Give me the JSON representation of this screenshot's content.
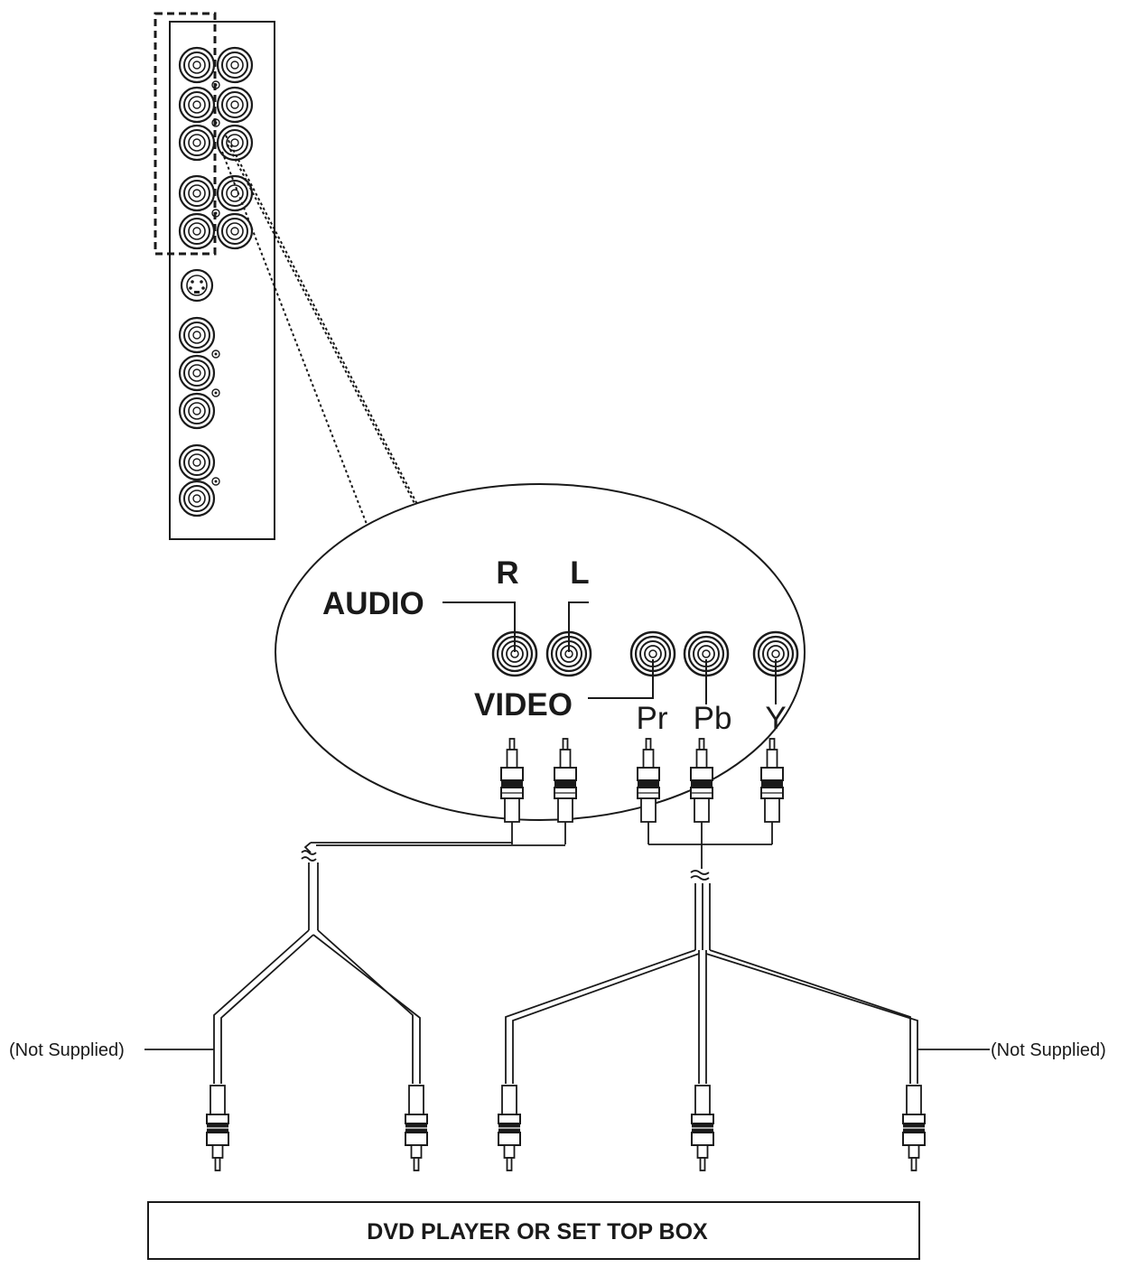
{
  "labels": {
    "audio": "AUDIO",
    "right": "R",
    "left": "L",
    "video": "VIDEO",
    "pr": "Pr",
    "pb": "Pb",
    "y": "Y",
    "not_supplied": "(Not Supplied)",
    "device": "DVD PLAYER OR SET TOP BOX"
  },
  "colors": {
    "ink": "#1a1a1a",
    "background": "#ffffff"
  }
}
